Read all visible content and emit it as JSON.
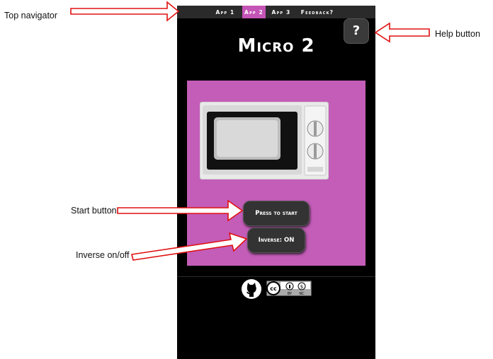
{
  "nav": {
    "tabs": [
      {
        "label": "App 1",
        "active": false
      },
      {
        "label": "App 2",
        "active": true
      },
      {
        "label": "App 3",
        "active": false
      },
      {
        "label": "Feedback?",
        "active": false
      }
    ]
  },
  "title": "Micro 2",
  "help_label": "?",
  "buttons": {
    "start": "Press to start",
    "inverse": "Inverse: ON"
  },
  "footer": {
    "license": {
      "left": "BY",
      "right": "NC"
    }
  },
  "annotations": {
    "top_navigator": "Top navigator",
    "help_button": "Help button",
    "start_button": "Start button",
    "inverse": "Inverse on/off"
  },
  "colors": {
    "accent": "#c454b6",
    "stage": "#c35db8",
    "arrow": "#e01010"
  }
}
